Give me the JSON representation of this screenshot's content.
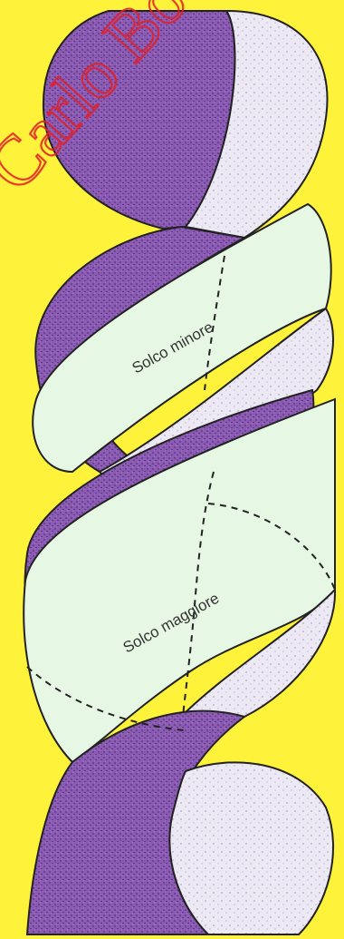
{
  "labels": {
    "minor_groove": "Solco minore",
    "major_groove": "Solco maggiore"
  },
  "watermark": {
    "text": "Carlo Bo"
  },
  "colors": {
    "background": "#fef33a",
    "backbone_dark": "#8c5bb4",
    "backbone_light": "#ece8f4",
    "ribbon": "#e6f7e4",
    "outline": "#222222",
    "watermark": "#e0202a"
  }
}
